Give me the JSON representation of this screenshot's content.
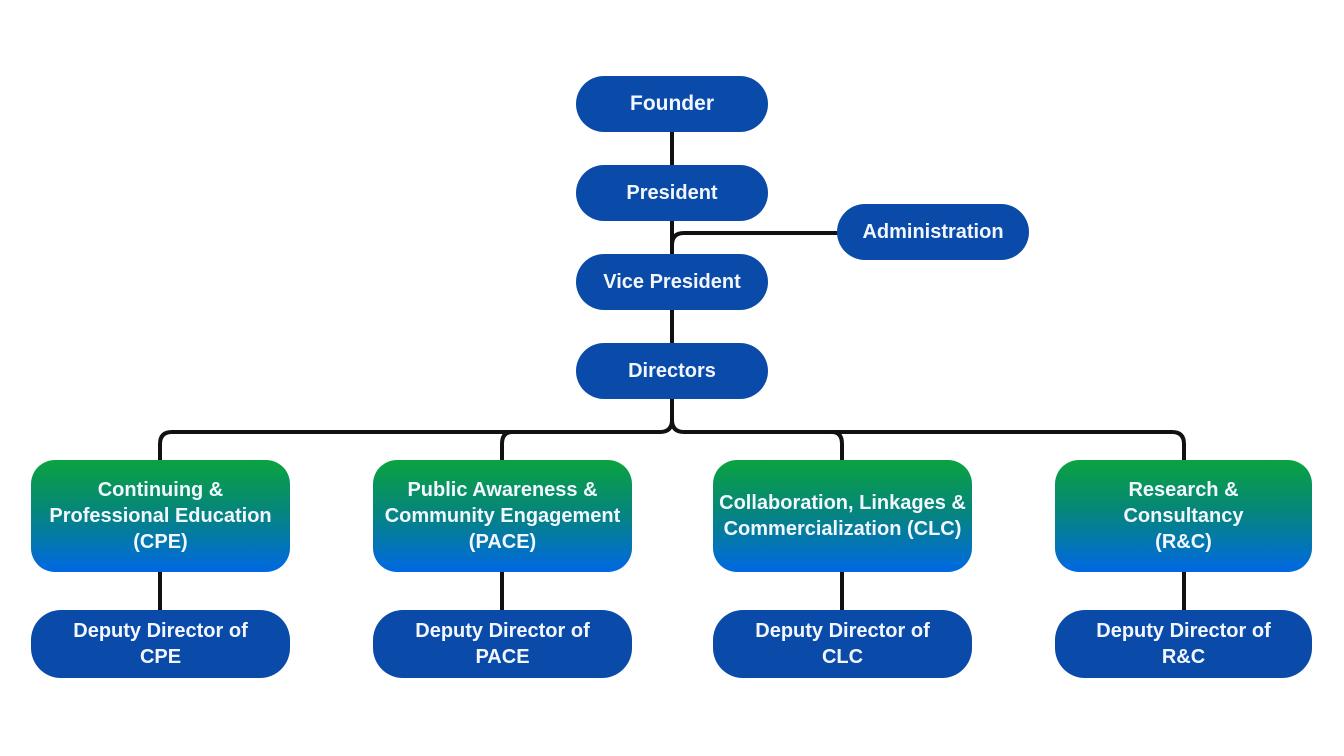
{
  "chart": {
    "top": {
      "founder": "Founder",
      "president": "President",
      "administration": "Administration",
      "vice_president": "Vice President",
      "directors": "Directors"
    },
    "departments": [
      {
        "label": "Continuing & Professional Education (CPE)",
        "deputy": "Deputy Director of CPE"
      },
      {
        "label": "Public Awareness & Community Engagement (PACE)",
        "deputy": "Deputy Director of PACE"
      },
      {
        "label": "Collaboration, Linkages & Commercialization (CLC)",
        "deputy": "Deputy Director of CLC"
      },
      {
        "label": "Research & Consultancy (R&C)",
        "deputy": "Deputy Director of R&C"
      }
    ],
    "colors": {
      "node_blue": "#0a4aa8",
      "gradient_top": "#0aa33f",
      "gradient_bottom": "#0068e3",
      "connector": "#111111"
    }
  }
}
